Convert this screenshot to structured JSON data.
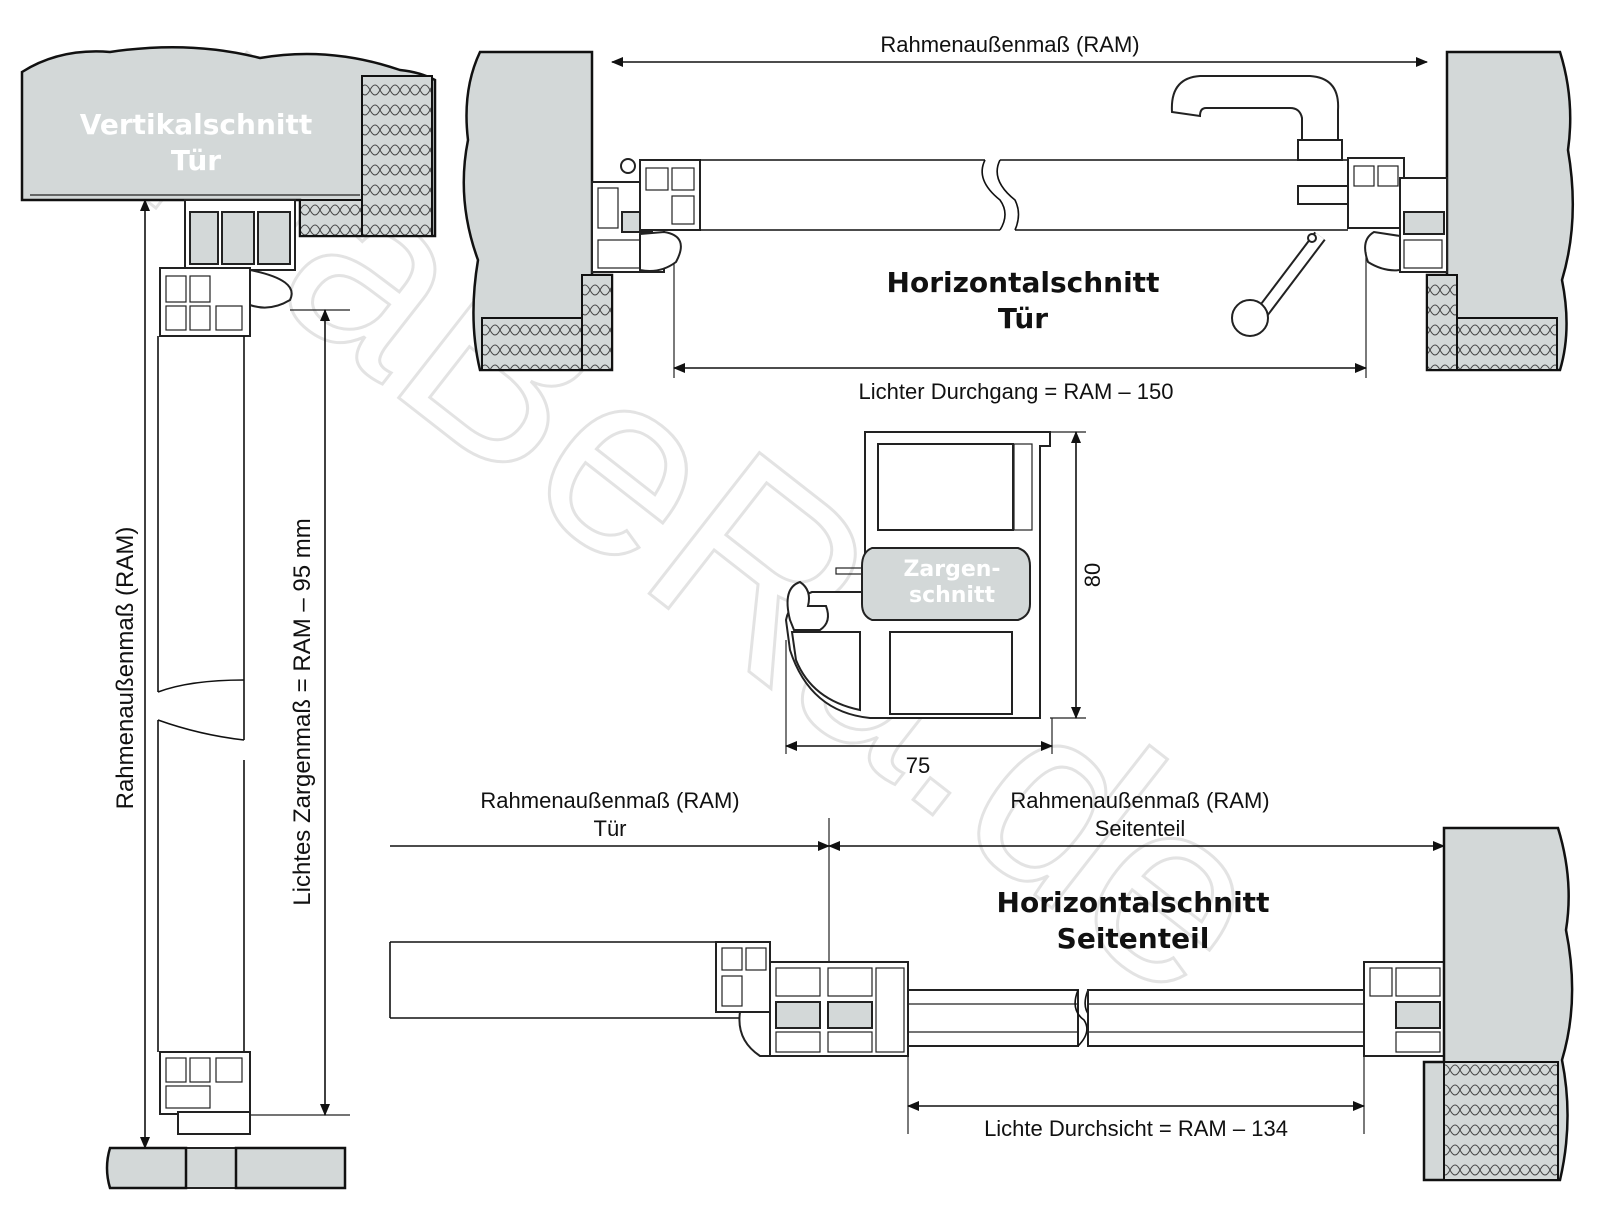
{
  "labels": {
    "vertical_title_line1": "Vertikalschnitt",
    "vertical_title_line2": "Tür",
    "top_title_line1": "Horizontalschnitt",
    "top_title_line2": "Tür",
    "bottom_title_line1": "Horizontalschnitt",
    "bottom_title_line2": "Seitenteil",
    "zargen_line1": "Zargen-",
    "zargen_line2": "schnitt",
    "ram_top": "Rahmenaußenmaß (RAM)",
    "lichter_durchgang": "Lichter Durchgang = RAM – 150",
    "ram_vertical": "Rahmenaußenmaß (RAM)",
    "lichtes_zargenmass": "Lichtes Zargenmaß = RAM – 95 mm",
    "dim_80": "80",
    "dim_75": "75",
    "ram_tuer_line1": "Rahmenaußenmaß (RAM)",
    "ram_tuer_line2": "Tür",
    "ram_seitenteil_line1": "Rahmenaußenmaß (RAM)",
    "ram_seitenteil_line2": "Seitenteil",
    "lichte_durchsicht": "Lichte Durchsicht = RAM – 134",
    "watermark": "HaBeRa.de"
  },
  "colors": {
    "wall_fill": "#d3d8d8",
    "line": "#111111",
    "watermark": "#e6e6e6"
  }
}
